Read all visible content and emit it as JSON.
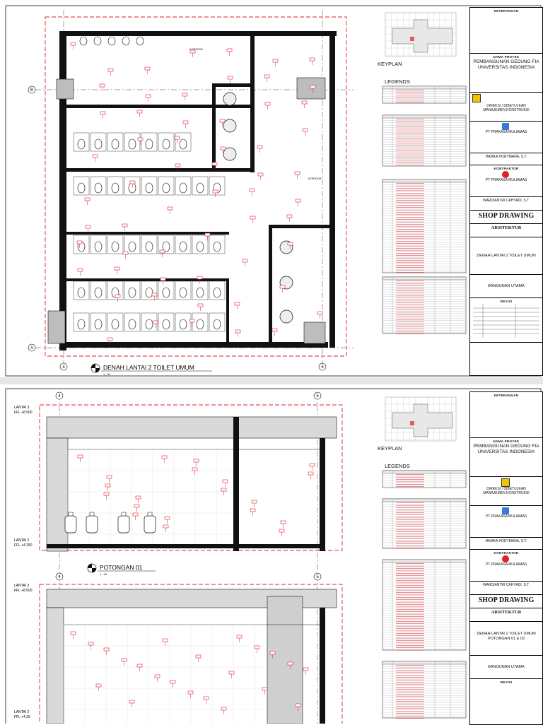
{
  "sheet1": {
    "plan_title": "DENAH LANTAI 2 TOILET UMUM",
    "plan_scale": "1 : 40",
    "grid_left": "4",
    "grid_right": "5",
    "grid_a": "A",
    "grid_b": "B",
    "keyplan": "KEYPLAN",
    "legends": "LEGENDS",
    "project_label": "NAMA PROYEK",
    "project_name_1": "PEMBANGUNAN GEDUNG FIA",
    "project_name_2": "UNIVERSITAS INDONESIA",
    "direksi_1": "DIREKSI / DIBETULKAN",
    "direksi_2": "MANAJEMEN KONSTRUKSI",
    "mk_company": "PT PRAKASA MULIAMAS",
    "approver": "HAMKA HOEYMANA, S.T.",
    "contractor_label": "KONTRAKTOR",
    "contractor_company": "PT PRAKASA MULIAMAS",
    "engineer": "WARDIANTRI CAHYADI, S.T.",
    "shop_drawing": "SHOP DRAWING",
    "discipline": "ARSITEKTUR",
    "drawing_title": "DENAH LANTAI 2 TOILET UMUM",
    "building": "BANGUNAN UTAMA",
    "revision_label": "REVISI",
    "keterangan": "KETERANGAN",
    "room_label": "KORIDOR"
  },
  "sheet2": {
    "section1_title": "POTONGAN 01",
    "section1_scale": "1 : 40",
    "lantai3": "LANTAI 3",
    "ffl3": "FFL +8.900",
    "lantai2": "LANTAI 2",
    "ffl2": "FFL +4.250",
    "lantai3b": "LANTAI 3",
    "ffl3b": "FFL +8.500",
    "lantai2b": "LANTAI 2",
    "ffl2b": "FFL +4.25",
    "grid_left": "4",
    "grid_right": "5",
    "keyplan": "KEYPLAN",
    "legends": "LEGENDS",
    "project_label": "NAMA PROYEK",
    "project_name_1": "PEMBANGUNAN GEDUNG FIA",
    "project_name_2": "UNIVERSITAS INDONESIA",
    "direksi_1": "DIREKSI / DIBETULKAN",
    "direksi_2": "MANAJEMEN KONSTRUKSI",
    "mk_company": "PT PRAKASA MULIAMAS",
    "approver": "HAMKA HOEYMANA, S.T.",
    "contractor_label": "KONTRAKTOR",
    "contractor_company": "PT PRAKASA MULIAMAS",
    "engineer": "WARDIANTRI CAHYADI, S.T.",
    "shop_drawing": "SHOP DRAWING",
    "discipline": "ARSITEKTUR",
    "drawing_title_1": "DENAH LANTAI 2 TOILET UMUM",
    "drawing_title_2": "POTONGAN 01 & 02",
    "building": "BANGUNAN UTAMA",
    "revision_label": "REVISI",
    "keterangan": "KETERANGAN"
  },
  "colors": {
    "line": "#111111",
    "red": "#e0202a",
    "purple": "#8a2be2",
    "grey": "#9a9a9a",
    "hatch": "#bdbdbd"
  }
}
